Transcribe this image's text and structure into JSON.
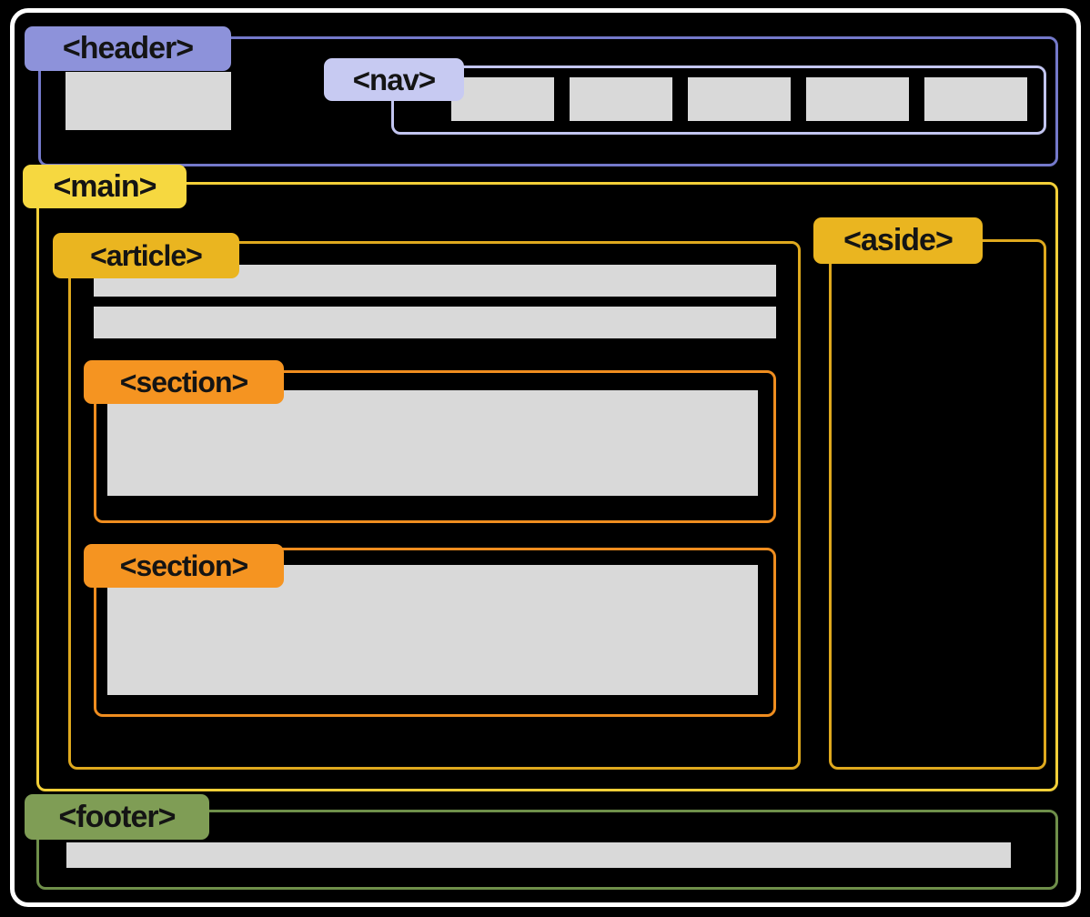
{
  "diagram": {
    "description": "HTML5 semantic page layout diagram",
    "labels": {
      "header": "<header>",
      "nav": "<nav>",
      "main": "<main>",
      "article": "<article>",
      "sections": [
        "<section>",
        "<section>"
      ],
      "aside": "<aside>",
      "footer": "<footer>"
    },
    "nav": {
      "item_count": 5
    },
    "colors": {
      "background": "#000000",
      "frame-border": "#ffffff",
      "header-border": "#7479ca",
      "header-label-bg": "#8d92da",
      "nav-border": "#c2c5f0",
      "nav-label-bg": "#c7caf2",
      "main-border": "#f2cf38",
      "main-label-bg": "#f6d840",
      "article-border": "#dfa91e",
      "article-label-bg": "#eab520",
      "section-border": "#ef8d1f",
      "section-label-bg": "#f59421",
      "footer-border": "#6f8f4a",
      "footer-label-bg": "#7f9d55",
      "placeholder-fill": "#d9d9d9",
      "label-text": "#141414"
    }
  }
}
